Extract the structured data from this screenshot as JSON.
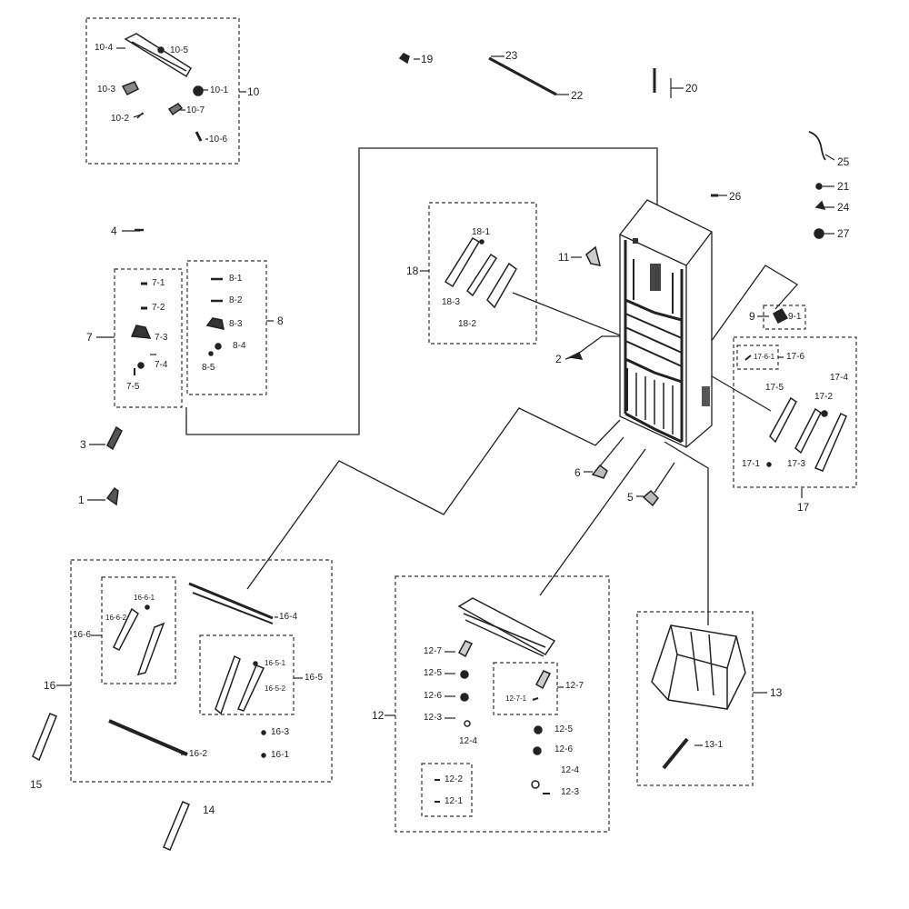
{
  "diagram": {
    "callouts": {
      "c1": "1",
      "c2": "2",
      "c3": "3",
      "c4": "4",
      "c5": "5",
      "c6": "6",
      "c7": "7",
      "c7_1": "7-1",
      "c7_2": "7-2",
      "c7_3": "7-3",
      "c7_4": "7-4",
      "c7_5": "7-5",
      "c8": "8",
      "c8_1": "8-1",
      "c8_2": "8-2",
      "c8_3": "8-3",
      "c8_4": "8-4",
      "c8_5": "8-5",
      "c9": "9",
      "c9_1": "9-1",
      "c10": "10",
      "c10_1": "10-1",
      "c10_2": "10-2",
      "c10_3": "10-3",
      "c10_4": "10-4",
      "c10_5": "10-5",
      "c10_6": "10-6",
      "c10_7": "10-7",
      "c11": "11",
      "c12": "12",
      "c12_1": "12-1",
      "c12_2": "12-2",
      "c12_3a": "12-3",
      "c12_3b": "12-3",
      "c12_4a": "12-4",
      "c12_4b": "12-4",
      "c12_5a": "12-5",
      "c12_5b": "12-5",
      "c12_6a": "12-6",
      "c12_6b": "12-6",
      "c12_7a": "12-7",
      "c12_7b": "12-7",
      "c12_7_1": "12-7-1",
      "c13": "13",
      "c13_1": "13-1",
      "c14": "14",
      "c15": "15",
      "c16": "16",
      "c16_1": "16-1",
      "c16_2": "16-2",
      "c16_3": "16-3",
      "c16_4": "16-4",
      "c16_5": "16-5",
      "c16_5_1": "16-5-1",
      "c16_5_2": "16-5-2",
      "c16_6": "16-6",
      "c16_6_1": "16-6-1",
      "c16_6_2": "16-6-2",
      "c17": "17",
      "c17_1": "17-1",
      "c17_2": "17-2",
      "c17_3": "17-3",
      "c17_4": "17-4",
      "c17_5": "17-5",
      "c17_6": "17-6",
      "c17_6_1": "17-6-1",
      "c18": "18",
      "c18_1": "18-1",
      "c18_2": "18-2",
      "c18_3": "18-3",
      "c19": "19",
      "c20": "20",
      "c21": "21",
      "c22": "22",
      "c23": "23",
      "c24": "24",
      "c25": "25",
      "c26": "26",
      "c27": "27"
    }
  }
}
